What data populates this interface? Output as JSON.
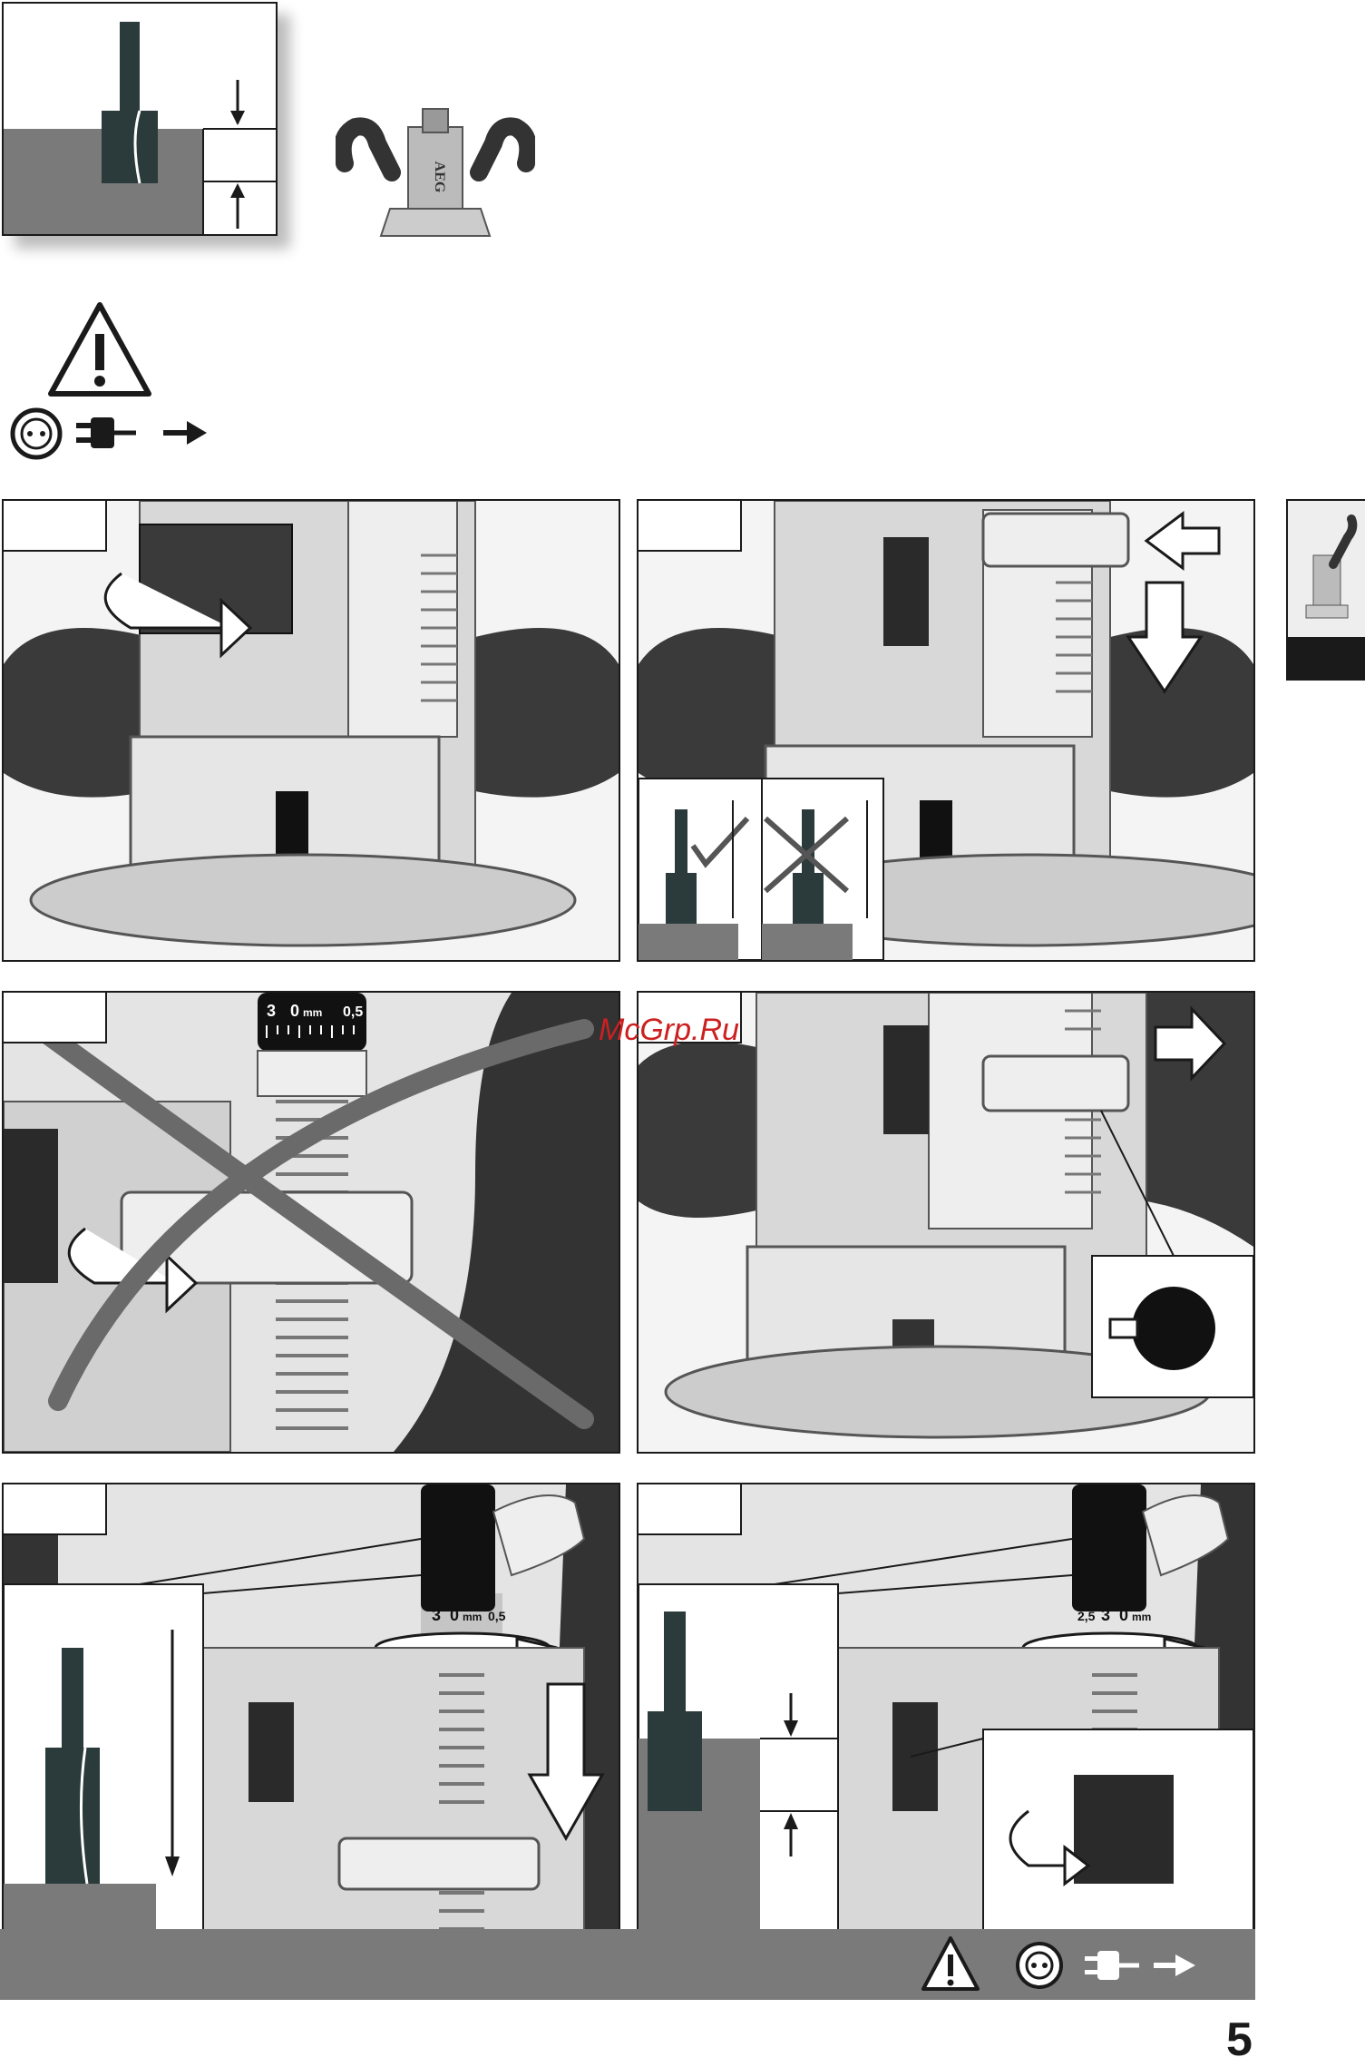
{
  "page": {
    "number": "5",
    "watermark": "McGrp.Ru"
  },
  "brand": {
    "logo_text": "AEG"
  },
  "depth_scale": {
    "panel_c": [
      "3",
      "0",
      "mm",
      "0,5"
    ],
    "panel_e": [
      "3",
      "0",
      "mm",
      "0,5"
    ],
    "panel_f": [
      "2,5",
      "3",
      "0",
      "mm"
    ]
  },
  "icons": [
    "warning-icon",
    "socket-icon",
    "plug-icon",
    "arrow-right-icon",
    "check-mark-icon",
    "cross-mark-icon",
    "rotate-arrow-icon",
    "down-arrow-icon",
    "right-arrow-icon"
  ],
  "colors": {
    "bar": "#7a7a7a",
    "dark_part": "#2b3a3a",
    "workpiece": "#7a7a7a",
    "watermark": "#cc2020"
  }
}
